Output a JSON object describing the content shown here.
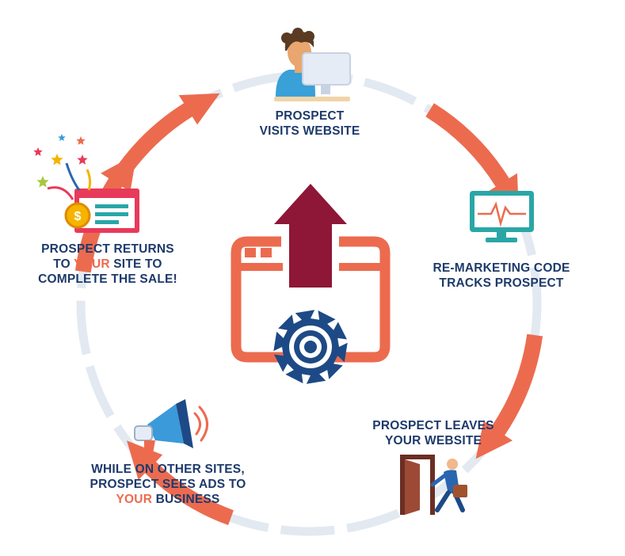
{
  "steps": [
    {
      "id": "visit",
      "lines": [
        "PROSPECT",
        "VISITS WEBSITE"
      ],
      "icon": "person-at-computer-icon"
    },
    {
      "id": "track",
      "lines": [
        "RE-MARKETING CODE",
        "TRACKS PROSPECT"
      ],
      "icon": "monitor-heartbeat-icon"
    },
    {
      "id": "leave",
      "lines": [
        "PROSPECT LEAVES",
        "YOUR WEBSITE"
      ],
      "icon": "person-exiting-door-icon"
    },
    {
      "id": "ads",
      "line1": "WHILE ON OTHER SITES,",
      "line2": "PROSPECT SEES ADS TO",
      "line3_highlight": "YOUR",
      "line3_rest": " BUSINESS",
      "icon": "megaphone-icon"
    },
    {
      "id": "return",
      "line1": "PROSPECT RETURNS",
      "line2_pre": "TO ",
      "line2_highlight": "YOUR",
      "line2_post": " SITE TO",
      "line3": "COMPLETE THE SALE!",
      "icon": "browser-dollar-stars-icon"
    }
  ],
  "center_icon": "browser-upload-gear-icon",
  "colors": {
    "text": "#1d3a6b",
    "arrow": "#ec6b4f",
    "ring": "#e3e9f1",
    "window": "#ec6b4f",
    "upload_arrow": "#8e1636",
    "gear": "#1d4a86"
  }
}
